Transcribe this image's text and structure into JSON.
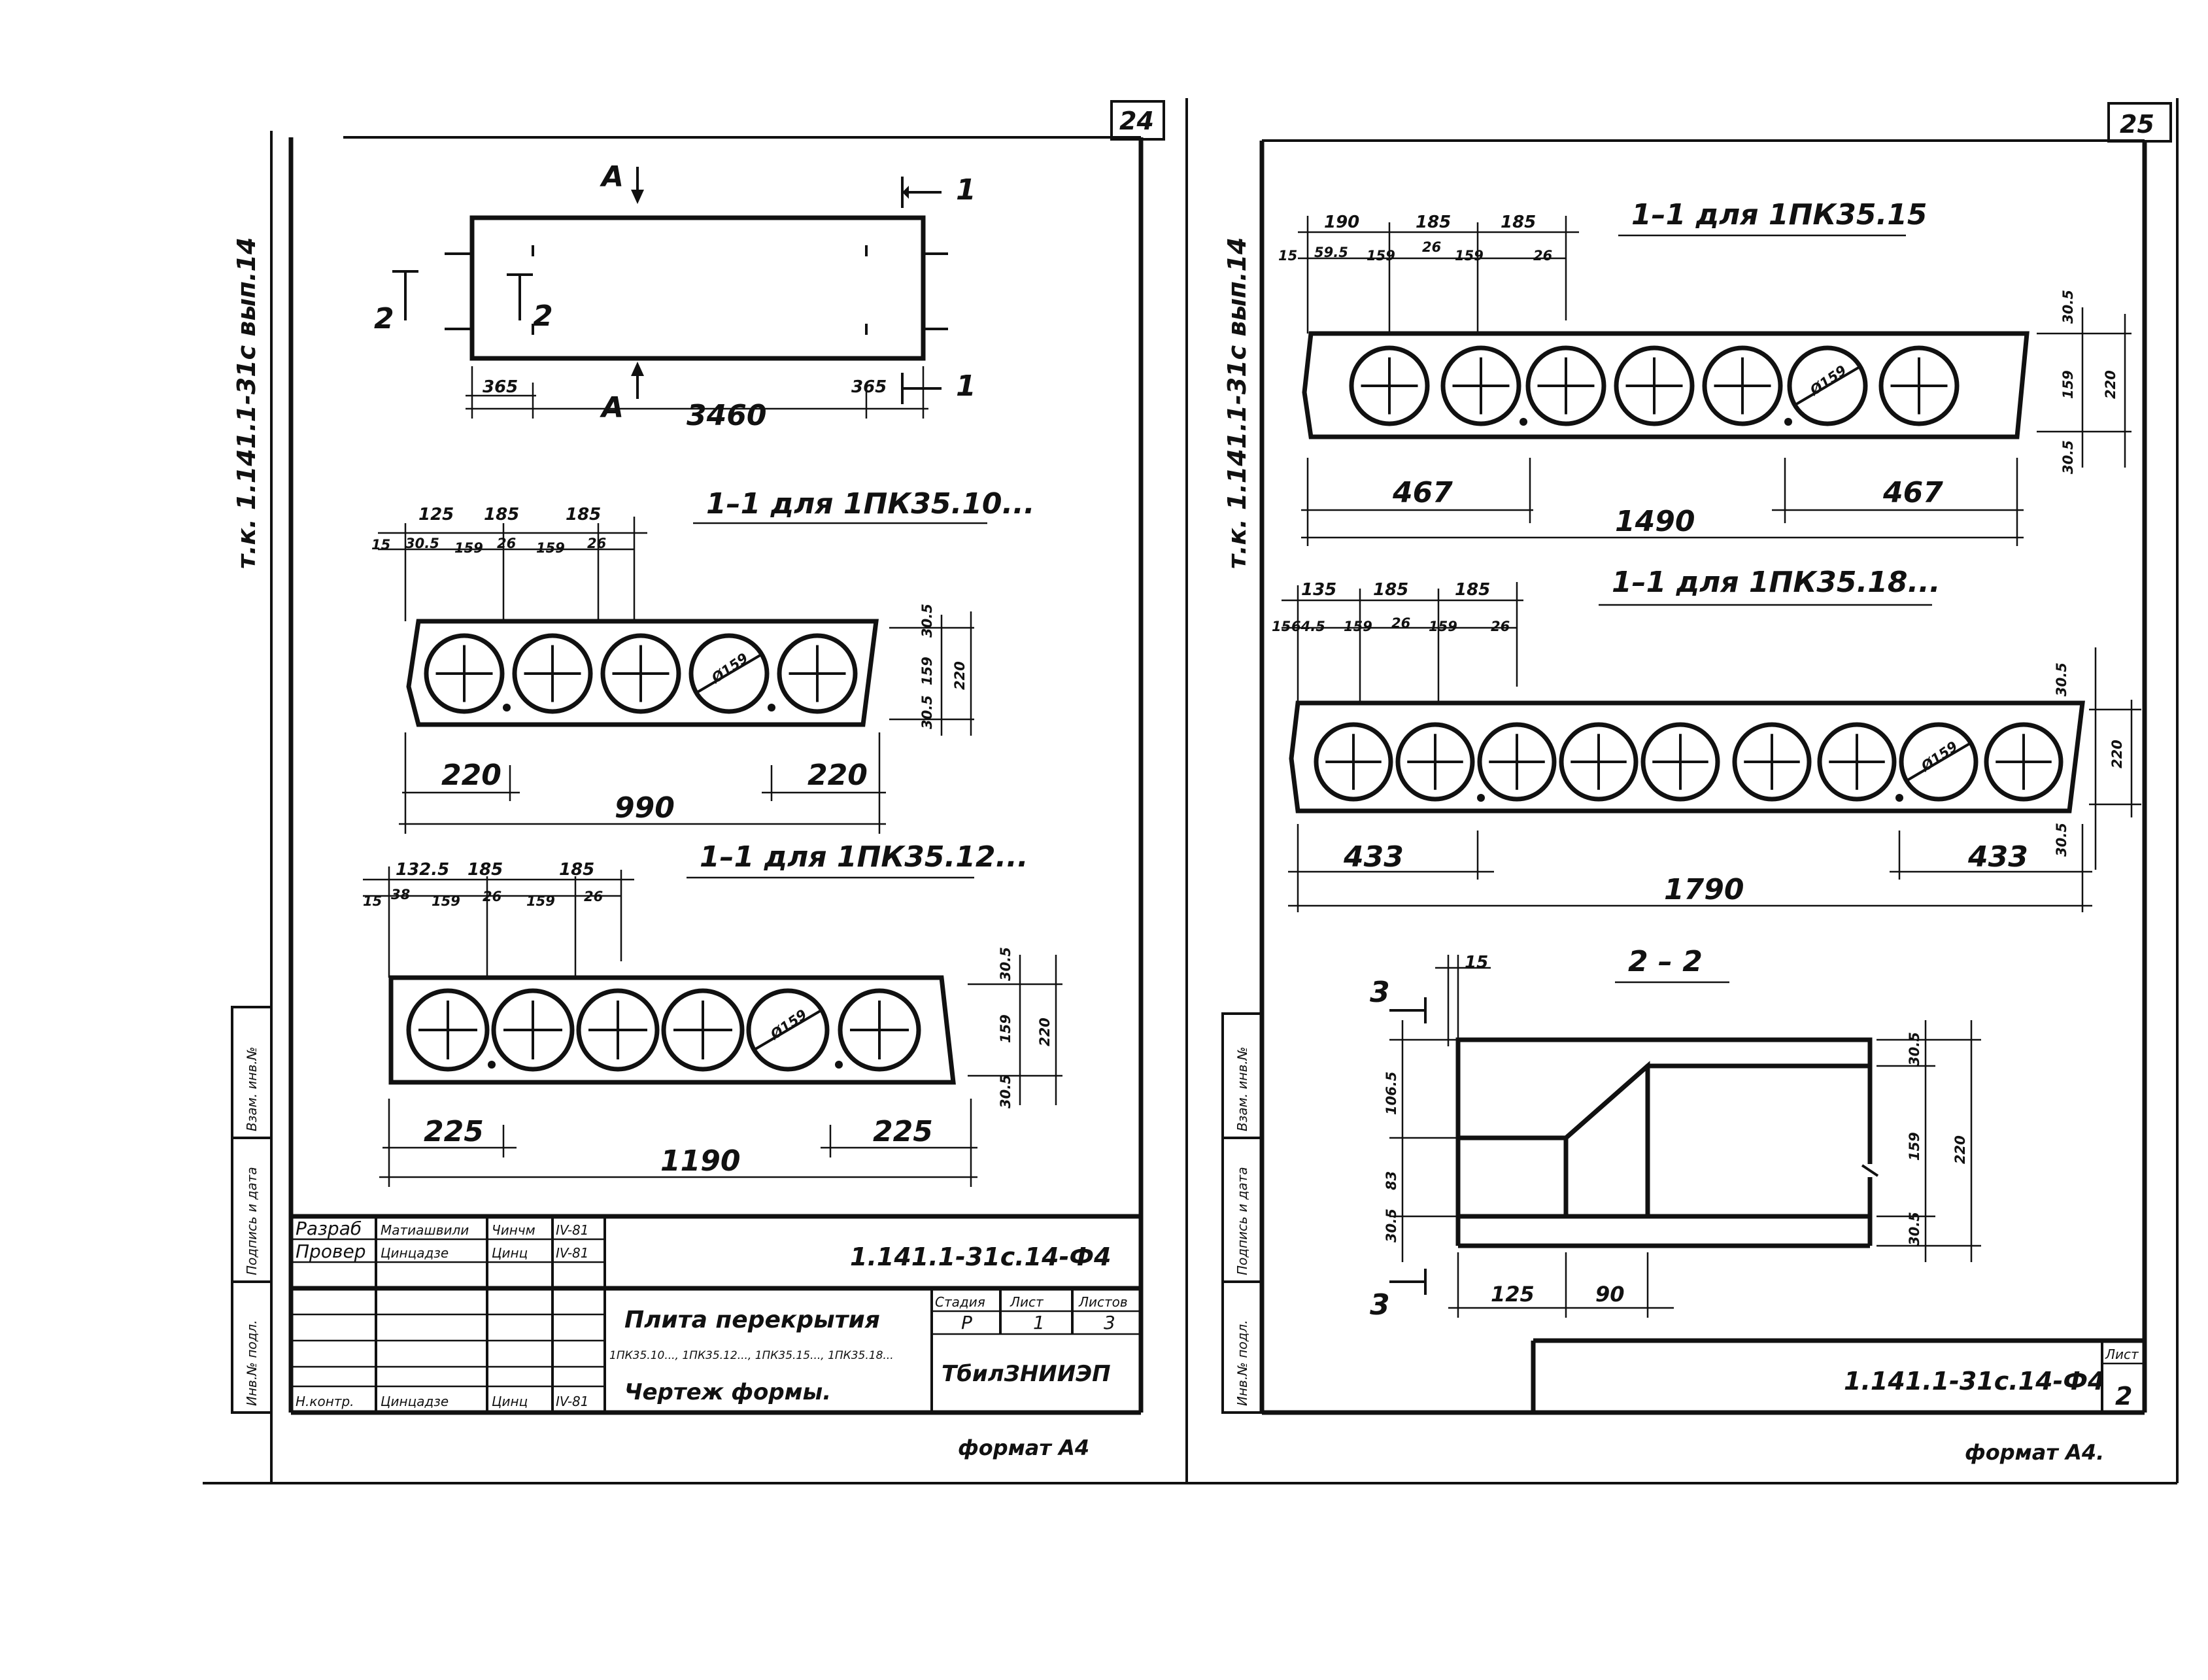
{
  "sheet_left": {
    "sheet_number": "24",
    "series_side": "т.к. 1.141.1-31с вып.14",
    "plan_view": {
      "arrow_a": "А",
      "arrow_1": "1",
      "arrow_2": "2",
      "dim_365": "365",
      "dim_3460": "3460"
    },
    "section_10": {
      "title": "1–1 для 1ПК35.10...",
      "top_dims": [
        "125",
        "185",
        "185"
      ],
      "bottom_dims": [
        "15",
        "30.5",
        "159",
        "26",
        "159",
        "26"
      ],
      "right_dims": [
        "30.5",
        "159",
        "220",
        "30.5"
      ],
      "diameter": "Ø159",
      "len_left": "220",
      "len_right": "220",
      "len_total": "990"
    },
    "section_12": {
      "title": "1–1 для 1ПК35.12...",
      "top_dims": [
        "132.5",
        "185",
        "185"
      ],
      "bottom_dims": [
        "15",
        "38",
        "159",
        "26",
        "159",
        "26"
      ],
      "right_dims": [
        "30.5",
        "159",
        "220",
        "30.5"
      ],
      "diameter": "Ø159",
      "len_left": "225",
      "len_right": "225",
      "len_total": "1190"
    },
    "side_stamps": [
      "Инв.№ подл.",
      "Подпись и дата",
      "Взам. инв.№"
    ],
    "title_block": {
      "rows": [
        {
          "role": "Разраб",
          "name": "Матиашвили",
          "sign": "Чинчм",
          "date": "IV-81"
        },
        {
          "role": "Провер",
          "name": "Цинцадзе",
          "sign": "Цинц",
          "date": "IV-81"
        },
        {
          "role": "Н.контр.",
          "name": "Цинцадзе",
          "sign": "Цинц",
          "date": "IV-81"
        }
      ],
      "code": "1.141.1-31с.14-Ф4",
      "name_line1": "Плита перекрытия",
      "name_line2": "1ПК35.10..., 1ПК35.12..., 1ПК35.15..., 1ПК35.18...",
      "name_line3": "Чертеж формы.",
      "hdr_stage": "Стадия",
      "hdr_sheet": "Лист",
      "hdr_sheets": "Листов",
      "stage": "Р",
      "sheet": "1",
      "sheets": "3",
      "org": "ТбилЗНИИЭП"
    },
    "format": "формат А4"
  },
  "sheet_right": {
    "sheet_number": "25",
    "series_side": "т.к. 1.141.1-31с вып.14",
    "section_15": {
      "title": "1–1 для 1ПК35.15",
      "top_dims": [
        "190",
        "185",
        "185"
      ],
      "bottom_dims": [
        "15",
        "59.5",
        "159",
        "26",
        "159",
        "26"
      ],
      "right_dims": [
        "30.5",
        "159",
        "220",
        "30.5"
      ],
      "diameter": "Ø159",
      "len_left": "467",
      "len_right": "467",
      "len_total": "1490"
    },
    "section_18": {
      "title": "1–1 для 1ПК35.18...",
      "top_dims": [
        "135",
        "185",
        "185"
      ],
      "bottom_dims": [
        "15",
        "64.5",
        "159",
        "26",
        "159",
        "26"
      ],
      "right_dims": [
        "30.5",
        "220",
        "30.5"
      ],
      "diameter": "Ø159",
      "len_left": "433",
      "len_right": "433",
      "len_total": "1790"
    },
    "section_22": {
      "title": "2 – 2",
      "arrow_3": "3",
      "dim_15": "15",
      "left_dims": [
        "106.5",
        "83",
        "30.5"
      ],
      "right_dims": [
        "30.5",
        "159",
        "220",
        "30.5"
      ],
      "bottom_dims": [
        "125",
        "90"
      ]
    },
    "side_stamps": [
      "Инв.№ подл.",
      "Подпись и дата",
      "Взам. инв.№"
    ],
    "title_block": {
      "code": "1.141.1-31с.14-Ф4",
      "hdr_sheet": "Лист",
      "sheet": "2"
    },
    "format": "формат А4."
  }
}
